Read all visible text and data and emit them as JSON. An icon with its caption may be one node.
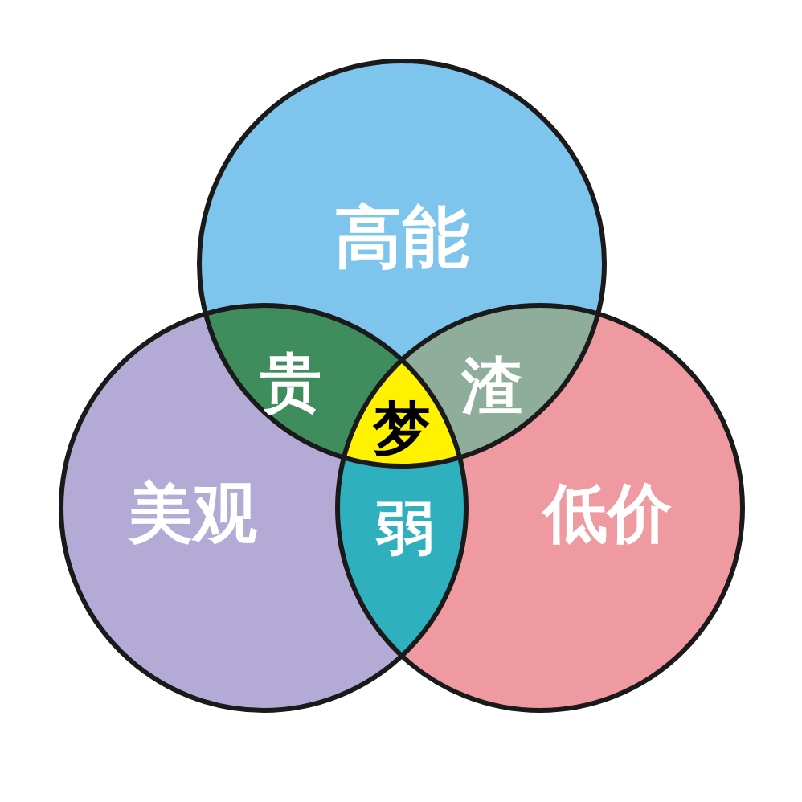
{
  "diagram": {
    "nodes": [
      {
        "text": [
          "高能"
        ]
      },
      {
        "text": [
          "贵"
        ]
      },
      {
        "text": [
          "渣"
        ]
      },
      {
        "text": [
          "梦"
        ]
      },
      {
        "text": [
          "美观"
        ]
      },
      {
        "text": [
          "低价"
        ]
      },
      {
        "text": [
          "弱"
        ]
      }
    ]
  }
}
